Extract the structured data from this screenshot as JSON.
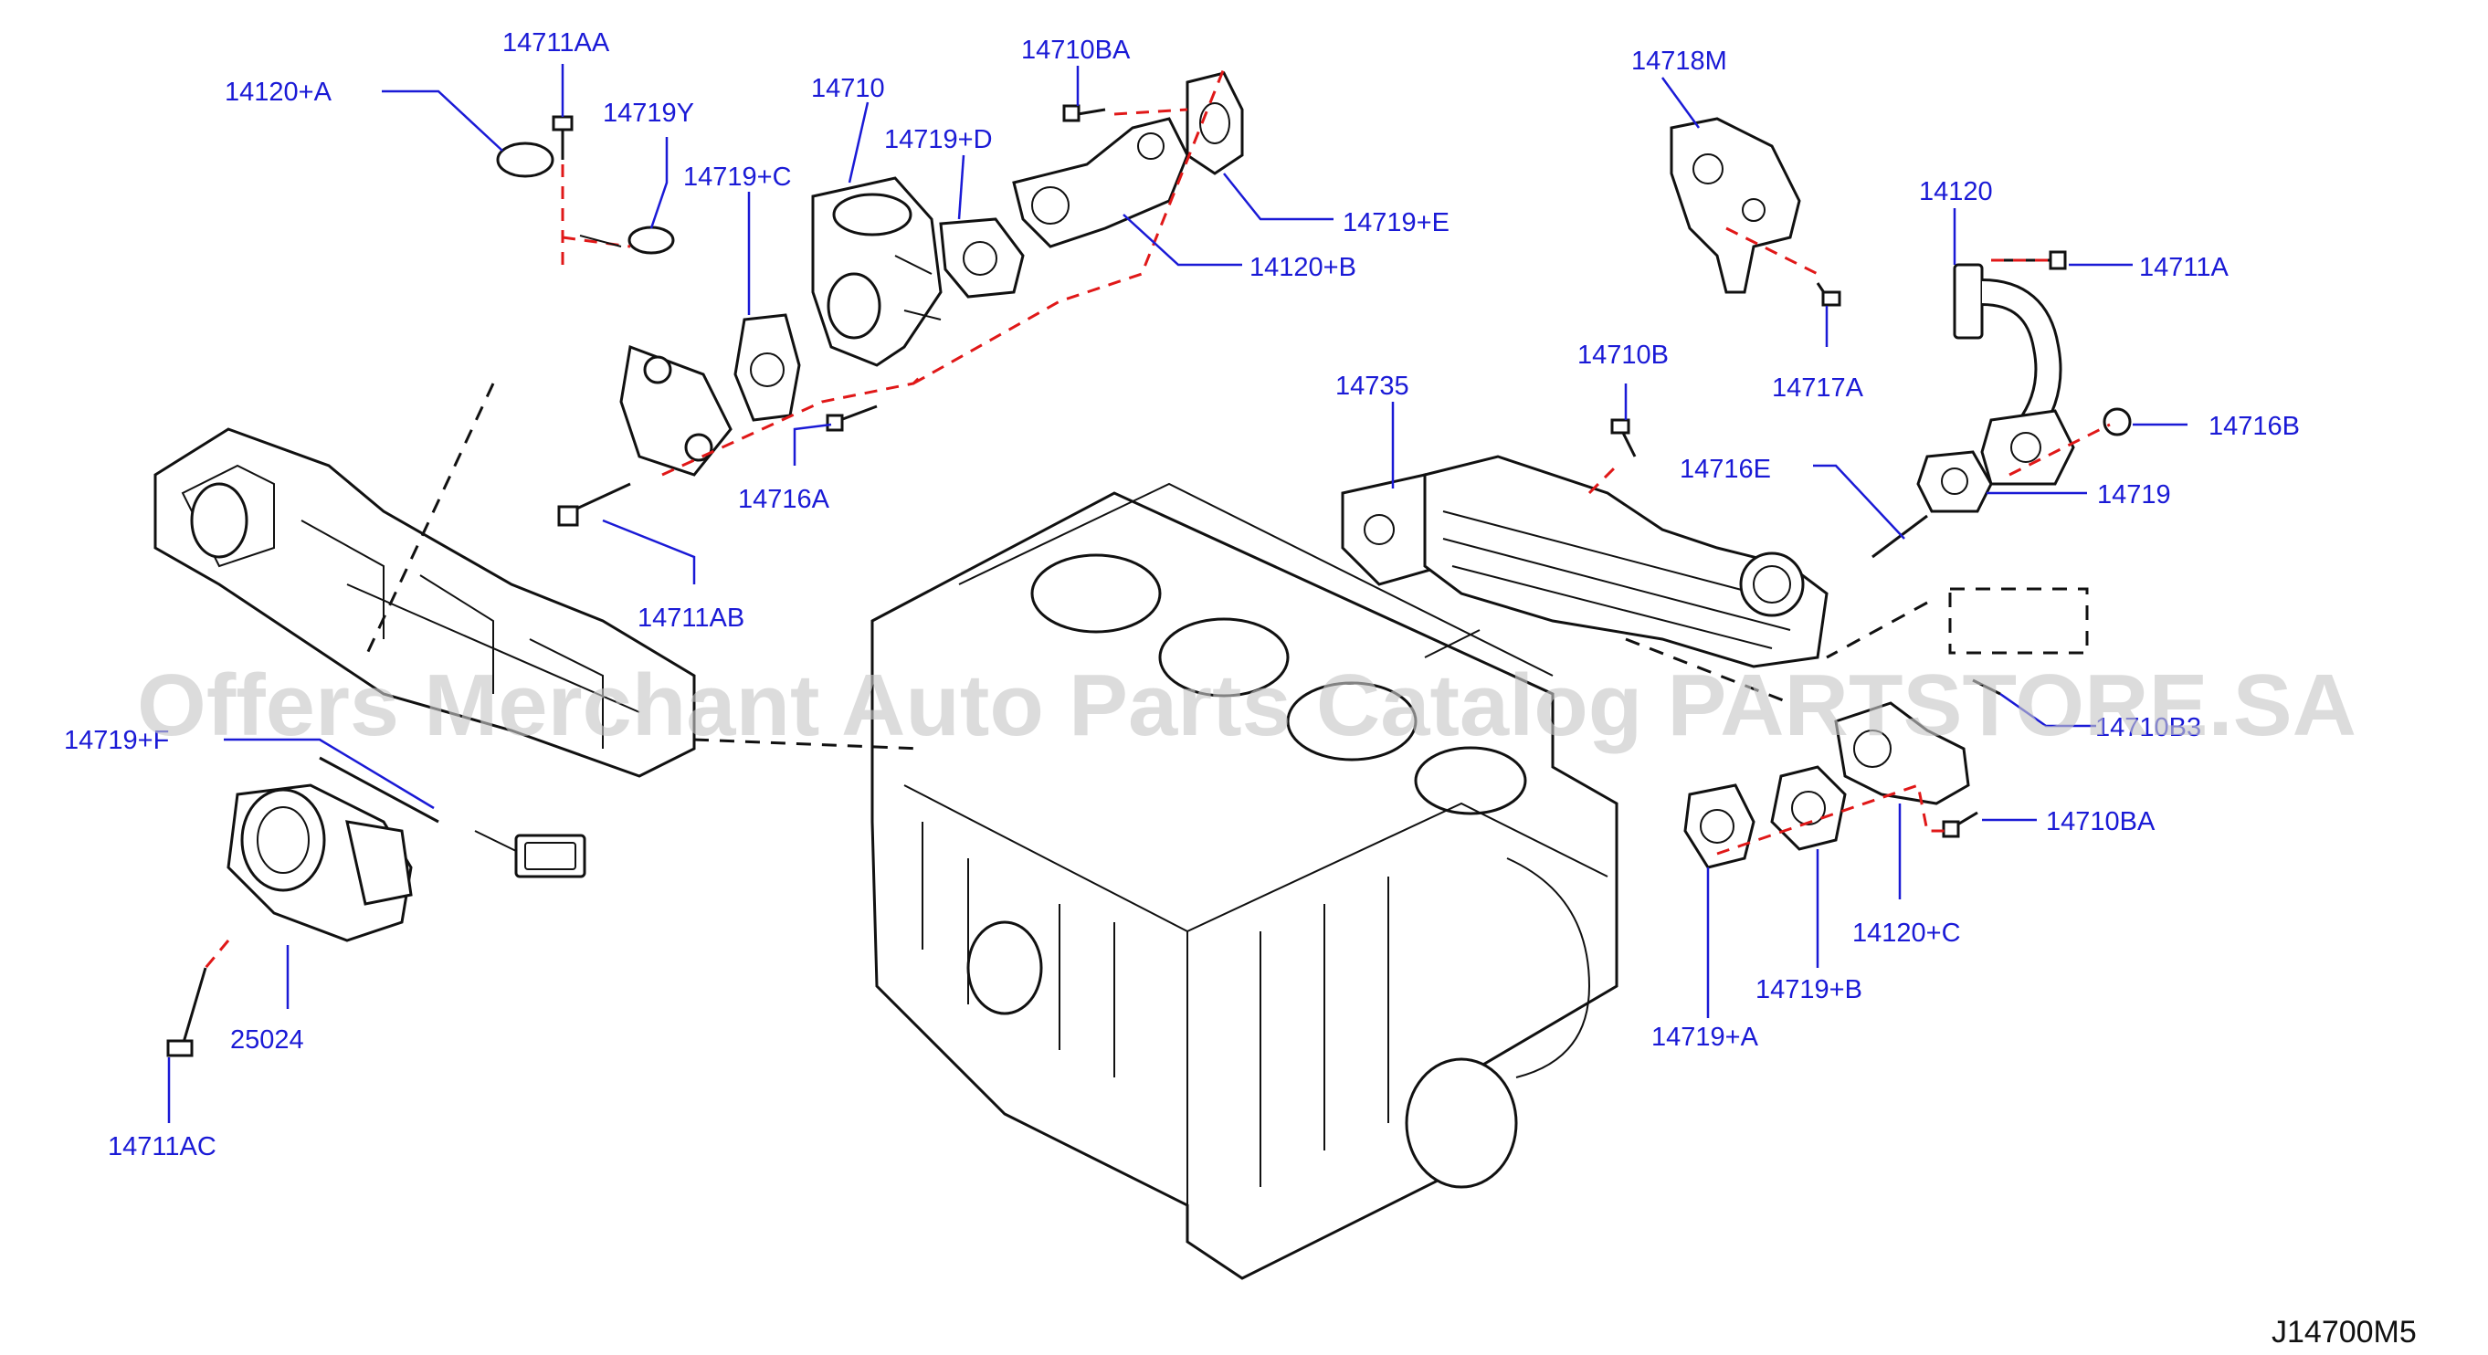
{
  "diagram_code": "J14700M5",
  "watermark": "Offers Merchant Auto Parts Catalog PARTSTORE.SA",
  "callouts": {
    "c14120A": "14120+A",
    "c14711AA": "14711AA",
    "c14719Y": "14719Y",
    "c14710": "14710",
    "c14710BA_top": "14710BA",
    "c14719D": "14719+D",
    "c14719C": "14719+C",
    "c14719E": "14719+E",
    "c14120B": "14120+B",
    "c14716A": "14716A",
    "c14711AB": "14711AB",
    "c14718M": "14718M",
    "c14120": "14120",
    "c14711A": "14711A",
    "c14717A": "14717A",
    "c14716B": "14716B",
    "c14710B": "14710B",
    "c14735": "14735",
    "c14716E": "14716E",
    "c14719": "14719",
    "c14710B3": "14710B3",
    "c14710BA_right": "14710BA",
    "c14120C": "14120+C",
    "c14719B": "14719+B",
    "c14719A": "14719+A",
    "c14719F": "14719+F",
    "c25024": "25024",
    "c14711AC": "14711AC"
  }
}
